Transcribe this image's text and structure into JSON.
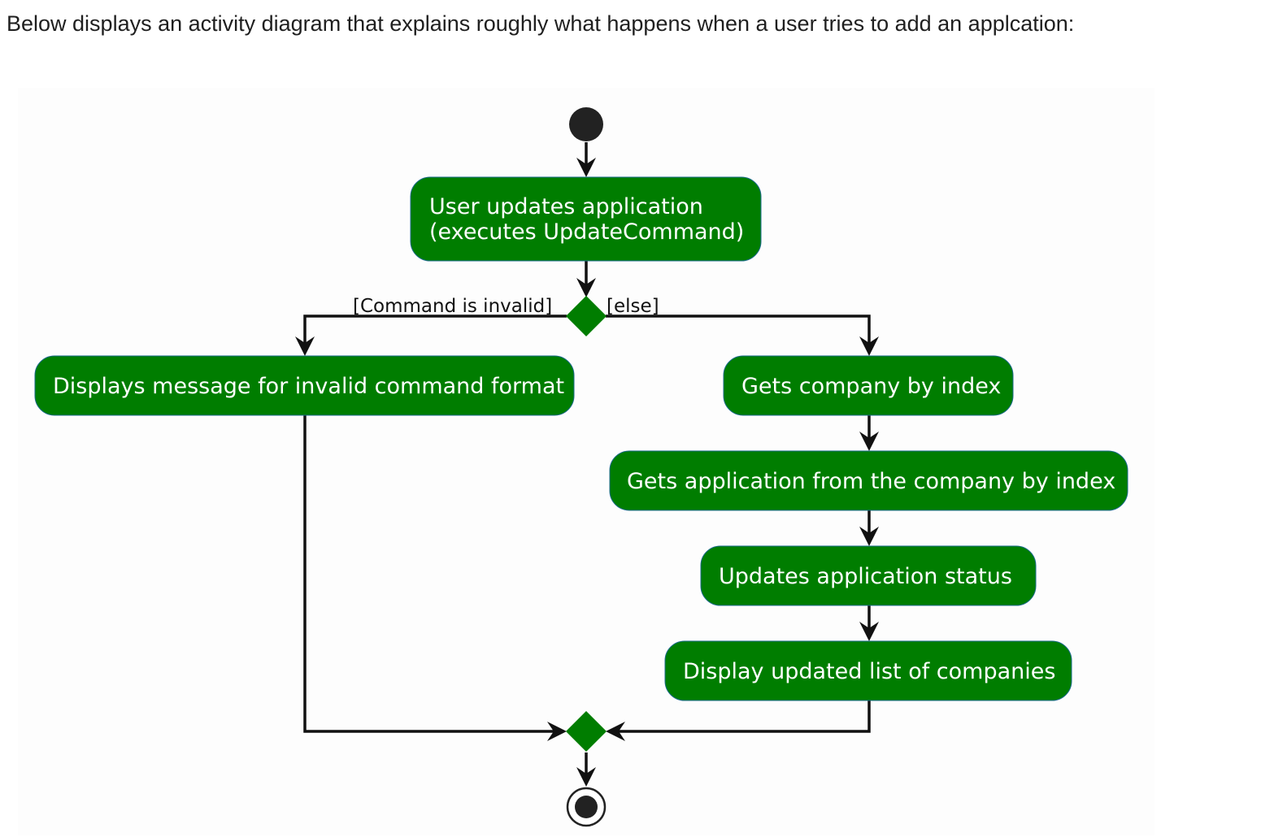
{
  "intro_text": "Below displays an activity diagram that explains roughly what happens when a user tries to add an applcation:",
  "diagram": {
    "colors": {
      "action_fill": "#007d00",
      "decision_fill": "#007d00",
      "edge": "#111111",
      "node_text": "#ffffff",
      "background": "#fdfdfd"
    },
    "start_node": "initial-node",
    "end_node": "final-node",
    "actions": {
      "user_updates": [
        "User updates application",
        "(executes UpdateCommand)"
      ],
      "invalid_message": "Displays message for invalid command format",
      "get_company": "Gets company by index",
      "get_application": "Gets application from the company by index",
      "update_status": "Updates application status",
      "display_list": "Display updated list of companies"
    },
    "guards": {
      "invalid": "[Command is invalid]",
      "else": "[else]"
    }
  }
}
